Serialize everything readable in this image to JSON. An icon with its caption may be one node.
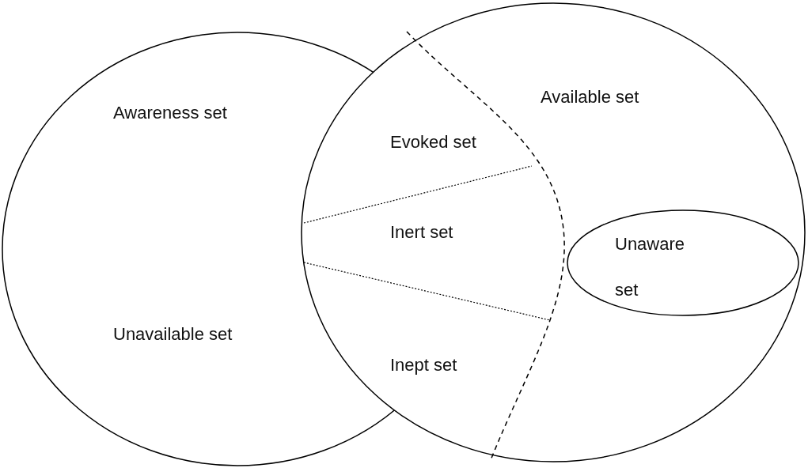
{
  "diagram": {
    "nodes": [
      {
        "text": [
          "Awareness set",
          "Unavailable set"
        ]
      },
      {
        "text": [
          "Available set"
        ]
      },
      {
        "text": [
          "Unaware set"
        ],
        "in": 1
      }
    ],
    "labels": [
      "Evoked set",
      "Inert set",
      "Inept set"
    ]
  }
}
